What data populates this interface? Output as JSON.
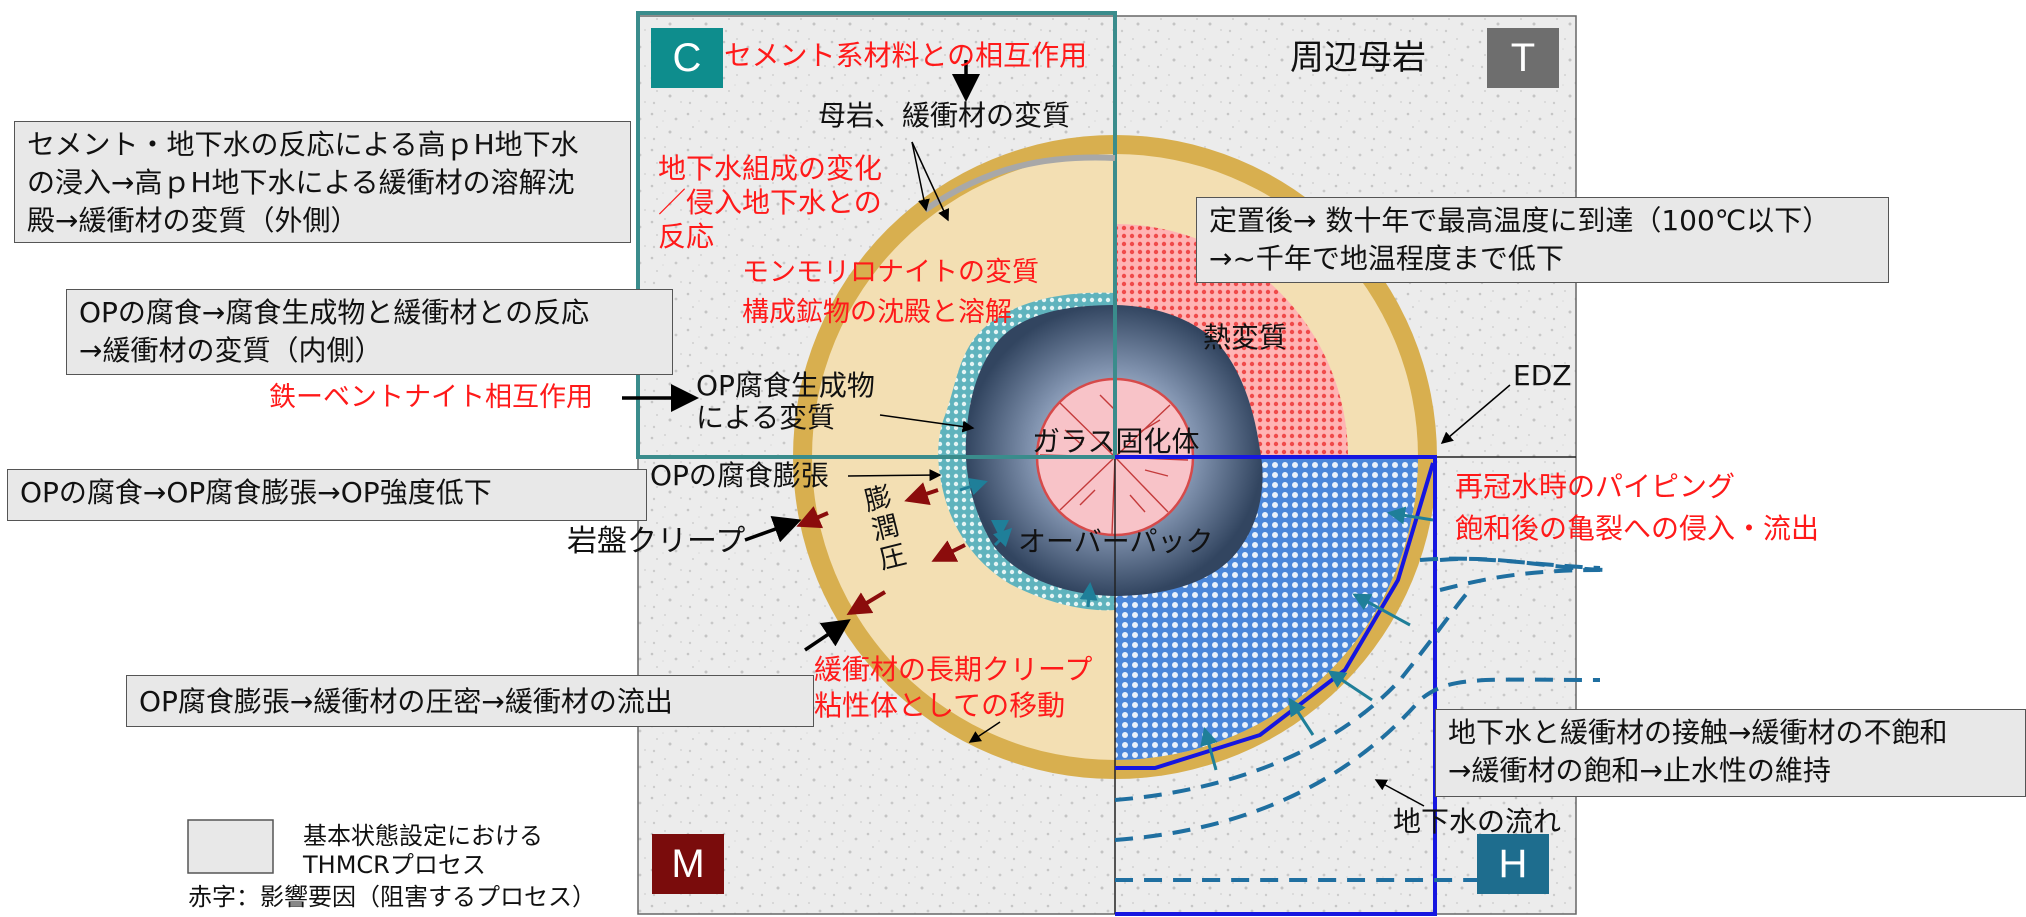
{
  "quadrant_badges": {
    "C": "C",
    "T": "T",
    "M": "M",
    "H": "H"
  },
  "colors": {
    "c_badge": "#0e8d8d",
    "t_badge": "#6e6e6e",
    "m_badge": "#7a0c0c",
    "h_badge": "#1e6d8e",
    "highlight_red": "#ff1a1a",
    "frame_c": "#3a8c8c",
    "frame_h": "#1616e0",
    "buffer": "#f0ddb0",
    "rim": "#d9b150",
    "overpack": "#4a5d7a",
    "glass": "#f6b9bf"
  },
  "title_rock": "周辺母岩",
  "boxes": {
    "cement": "セメント・地下水の反応による高ｐH地下水\nの浸入→高ｐH地下水による緩衝材の溶解沈\n殿→緩衝材の変質（外側）",
    "op_corrosion": "OPの腐食→腐食生成物と緩衝材との反応\n→緩衝材の変質（内側）",
    "op_strength": "OPの腐食→OP腐食膨張→OP強度低下",
    "op_expansion": "OP腐食膨張→緩衝材の圧密→緩衝材の流出",
    "thermal": "定置後→ 数十年で最高温度に到達（100℃以下）\n→~千年で地温程度まで低下",
    "groundwater": "地下水と緩衝材の接触→緩衝材の不飽和\n→緩衝材の飽和→止水性の維持"
  },
  "labels": {
    "cement_interaction": "セメント系材料との相互作用",
    "rock_buffer_alteration": "母岩、緩衝材の変質",
    "gw_composition": "地下水組成の変化\n／侵入地下水との\n反応",
    "montmorillonite": "モンモリロナイトの変質\n構成鉱物の沈殿と溶解",
    "fe_bentonite": "鉄ーベントナイト相互作用",
    "op_product": "OP腐食生成物\nによる変質",
    "glass": "ガラス固化体",
    "op_expand_label": "OPの腐食膨張",
    "rock_creep": "岩盤クリープ",
    "swelling": "膨\n潤\n圧",
    "overpack": "オーバーパック",
    "long_creep": "緩衝材の長期クリープ\n粘性体としての移動",
    "thermal_alt": "熱変質",
    "edz": "EDZ",
    "piping": "再冠水時のパイピング\n飽和後の亀裂への侵入・流出",
    "gw_flow": "地下水の流れ"
  },
  "legend": {
    "line1": "基本状態設定における",
    "line2": "THMCRプロセス",
    "note": "赤字：影響要因（阻害するプロセス）"
  }
}
